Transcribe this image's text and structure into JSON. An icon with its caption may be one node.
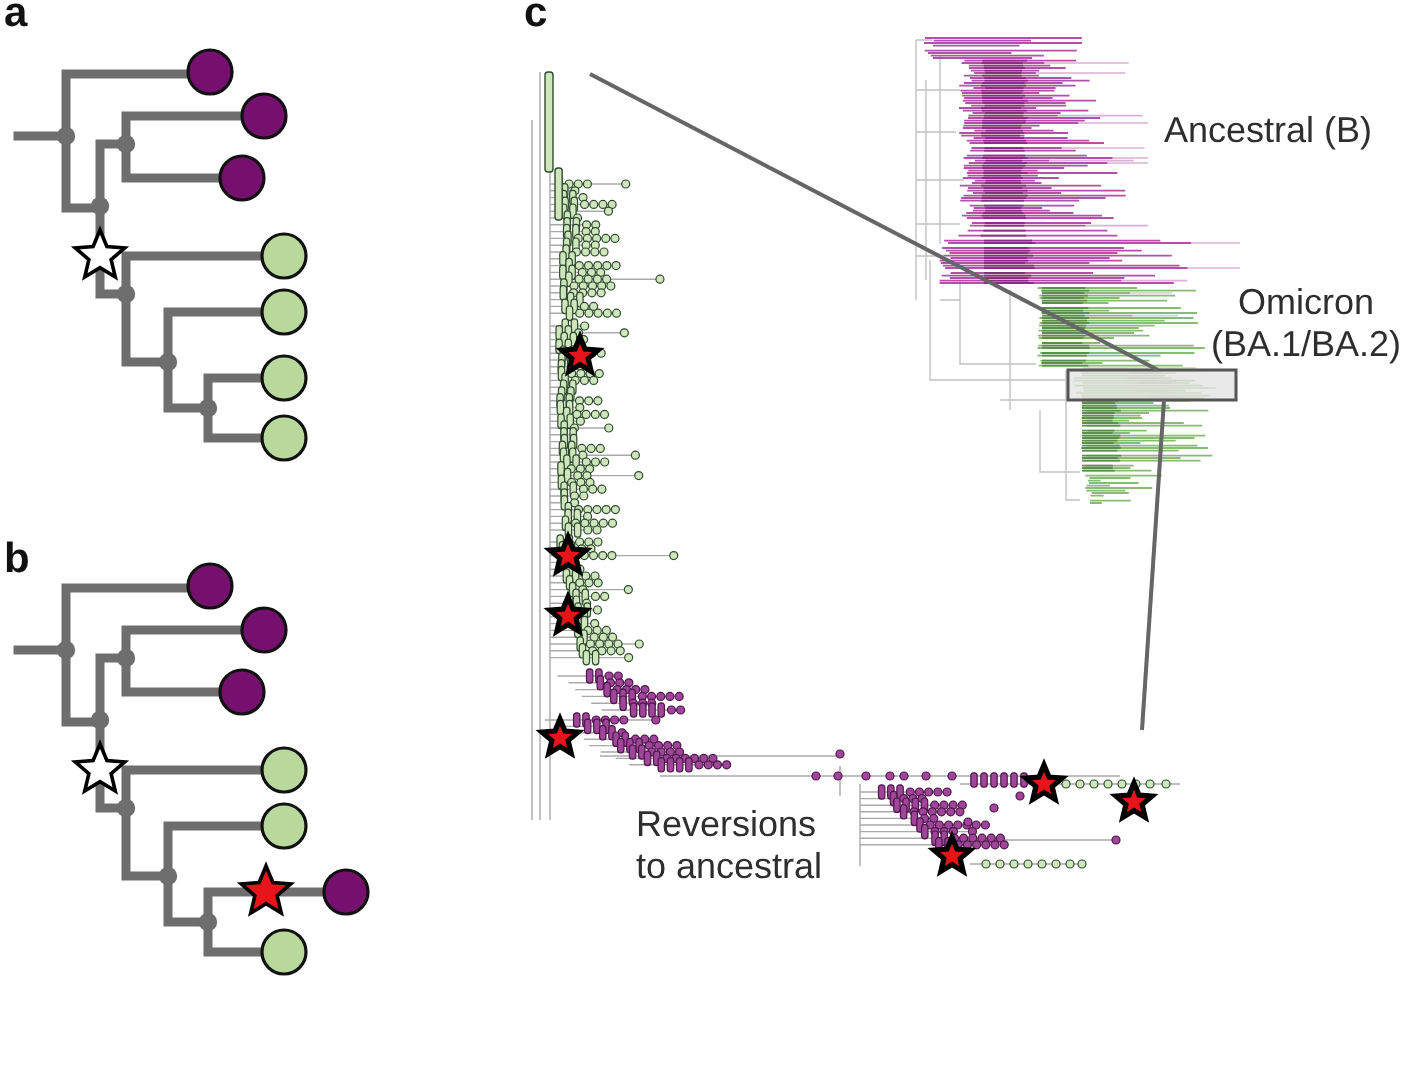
{
  "diagram": {
    "labels": [
      "a",
      "c",
      "Ancestral (B)",
      "Omicron (BA.1/BA.2)",
      "b",
      "Reversions to ancestral"
    ]
  }
}
